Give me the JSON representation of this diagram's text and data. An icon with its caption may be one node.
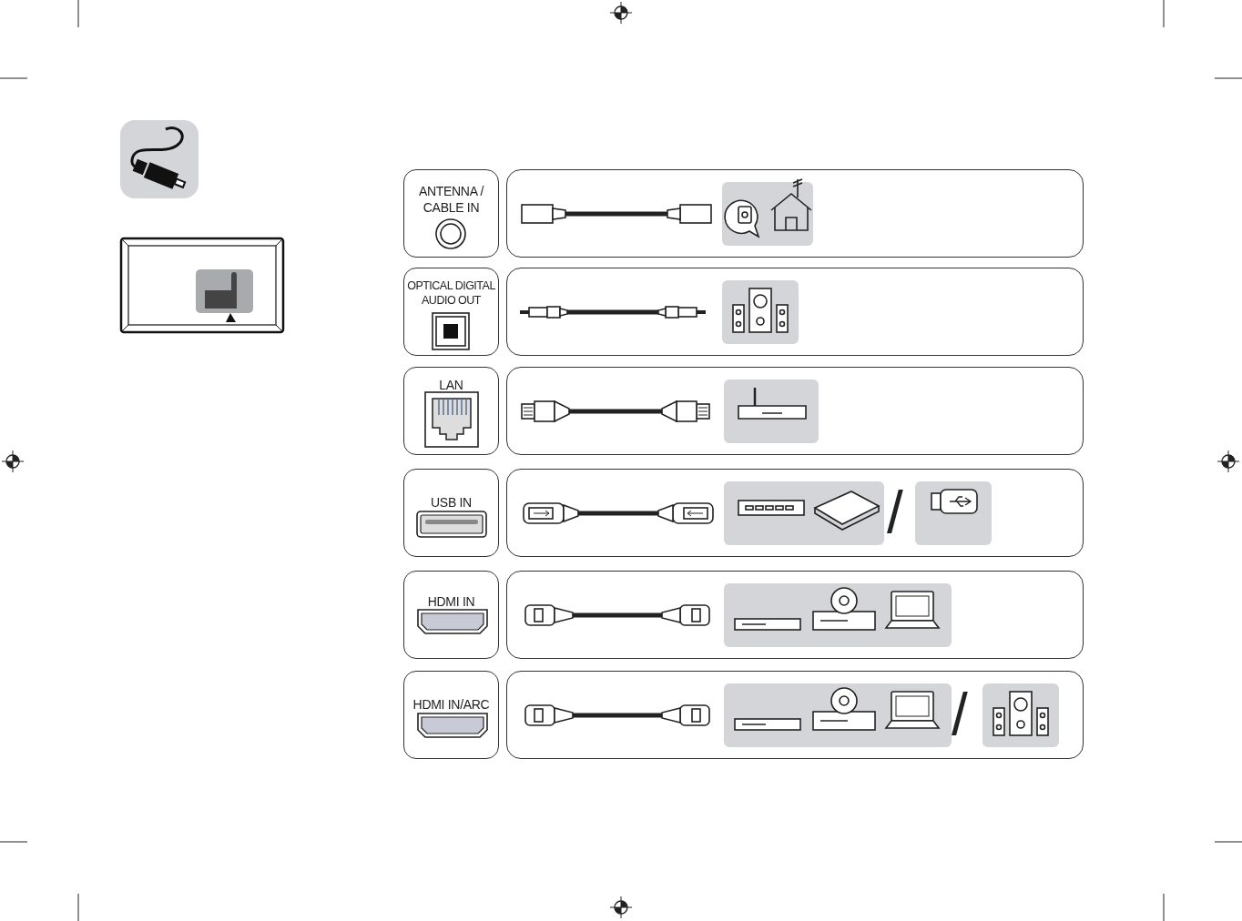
{
  "diagram": {
    "nodes": [
      {
        "text": [
          "ANTENNA / CABLE IN"
        ]
      },
      {
        "text": [],
        "shape": "box"
      },
      {
        "text": [
          "OPTICAL DIGITAL AUDIO OUT"
        ]
      },
      {
        "text": [],
        "shape": "box"
      },
      {
        "text": [
          "LAN"
        ]
      },
      {
        "text": [],
        "shape": "box"
      },
      {
        "text": [
          "USB IN"
        ]
      },
      {
        "text": [],
        "shape": "box"
      },
      {
        "text": [
          "HDMI IN"
        ]
      },
      {
        "text": [],
        "shape": "box"
      },
      {
        "text": [
          "HDMI IN/ARC"
        ]
      },
      {
        "text": [],
        "shape": "box"
      }
    ],
    "labels": [
      "/",
      "/"
    ]
  }
}
